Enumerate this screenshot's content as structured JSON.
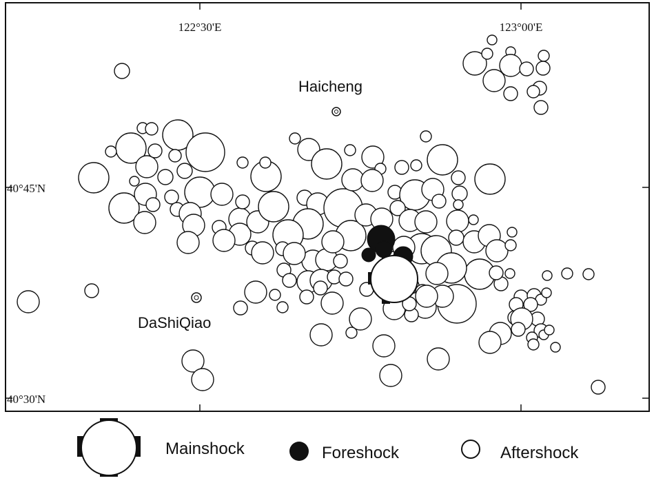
{
  "map": {
    "lon_labels": [
      "122°30'E",
      "123°00'E"
    ],
    "lat_labels": [
      "40°45'N",
      "40°30'N"
    ],
    "cities": [
      "Haicheng",
      "DaShiQiao"
    ]
  },
  "legend": {
    "mainshock": "Mainshock",
    "foreshock": "Foreshock",
    "aftershock": "Aftershock"
  }
}
